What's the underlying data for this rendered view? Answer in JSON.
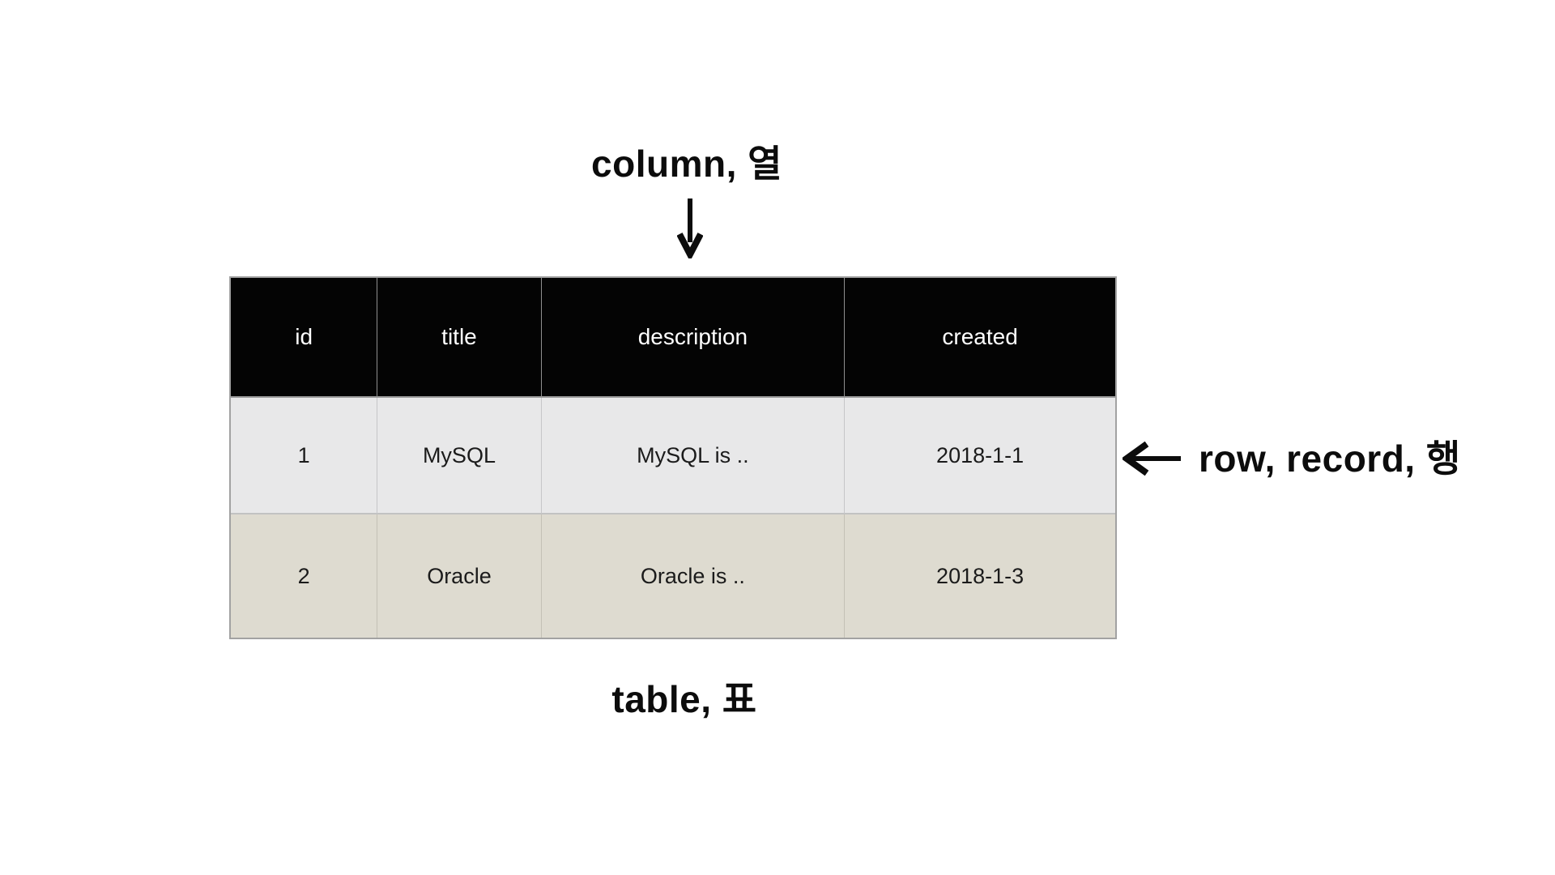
{
  "diagram": {
    "title_context": "database table terminology diagram",
    "labels": {
      "column_label": "column, 열",
      "row_label": "row, record, 행",
      "table_label": "table, 표"
    },
    "icons": {
      "down_arrow": "↓",
      "left_arrow": "←"
    },
    "colors": {
      "background": "#ffffff",
      "header_bg": "#040404",
      "header_text": "#ffffff",
      "row1_bg": "#e8e8e9",
      "row2_bg": "#dedbd0",
      "body_text": "#1b1b1b",
      "outer_border": "#a2a2a2",
      "annotation_text": "#0c0c0c"
    }
  },
  "table": {
    "columns": [
      "id",
      "title",
      "description",
      "created"
    ],
    "rows": [
      [
        "1",
        "MySQL",
        "MySQL is ..",
        "2018-1-1"
      ],
      [
        "2",
        "Oracle",
        "Oracle is ..",
        "2018-1-3"
      ]
    ]
  },
  "chart_data": {
    "type": "table",
    "title": "example database table",
    "columns": [
      "id",
      "title",
      "description",
      "created"
    ],
    "rows": [
      [
        "1",
        "MySQL",
        "MySQL is ..",
        "2018-1-1"
      ],
      [
        "2",
        "Oracle",
        "Oracle is ..",
        "2018-1-3"
      ]
    ],
    "annotations": [
      "column, 열",
      "row, record, 행",
      "table, 표"
    ]
  }
}
